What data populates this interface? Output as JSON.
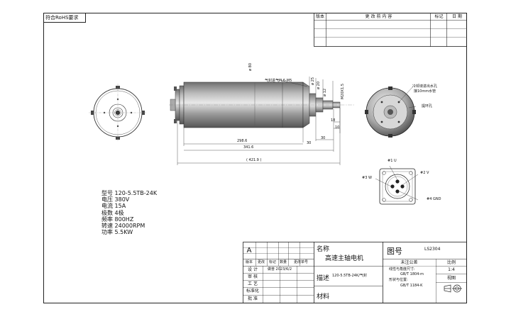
{
  "header": {
    "rohs_note": "符合RoHS要求"
  },
  "revision_table": {
    "headers": [
      "版本",
      "更 改 前 内 容",
      "标记",
      "日 期"
    ],
    "rows": 3
  },
  "drawing": {
    "side_view_dims": {
      "dia_80": "ø 80",
      "air_seal": "气封进气PL6-M5",
      "dia_25": "ø 25",
      "dia_20": "ø 20",
      "dia_12": "ø 12",
      "m20": "M20X1.5",
      "d18": "18",
      "d10": "10",
      "d30": "30",
      "d30b": "30",
      "d298": "298.6",
      "d341": "341.6",
      "d421": "( 421.9 )"
    },
    "rear_view_labels": {
      "cooling": "冷却液进出水孔",
      "cooling_sub": "接10mm水管",
      "lift": "提环孔"
    },
    "connector_labels": {
      "p1": "#1 U",
      "p2": "#2 V",
      "p3": "#3 W",
      "p4": "#4 GND"
    }
  },
  "specs": [
    "型号 120-5.5TB-24K",
    "电压 380V",
    "电流 15A",
    "极数 4极",
    "频率 800HZ",
    "转速 24000RPM",
    "功率 5.5KW"
  ],
  "title_block": {
    "rev_letter": "A",
    "row_labels": [
      "版本",
      "更改",
      "标记",
      "数量",
      "更改单号"
    ],
    "design": "设 计",
    "design_info": "做普 2023/6/2",
    "review": "审 核",
    "process": "工 艺",
    "standard": "标准化",
    "approve": "批 准",
    "name_label": "名称",
    "name_value": "高速主轴电机",
    "desc_label": "描述",
    "desc_value": "120-5.5TB-24K/气封",
    "material_label": "材料",
    "drawing_no_label": "图号",
    "drawing_no": "LS2304",
    "unmarked": "未注公差",
    "tol_line1": "线性与角度尺寸:",
    "tol_line2": "GB/T 1804-m",
    "tol_line3": "形状与位置:",
    "tol_line4": "GB/T 1184-K",
    "scale_label": "比例",
    "scale_value": "1:4",
    "view_label": "视图"
  }
}
